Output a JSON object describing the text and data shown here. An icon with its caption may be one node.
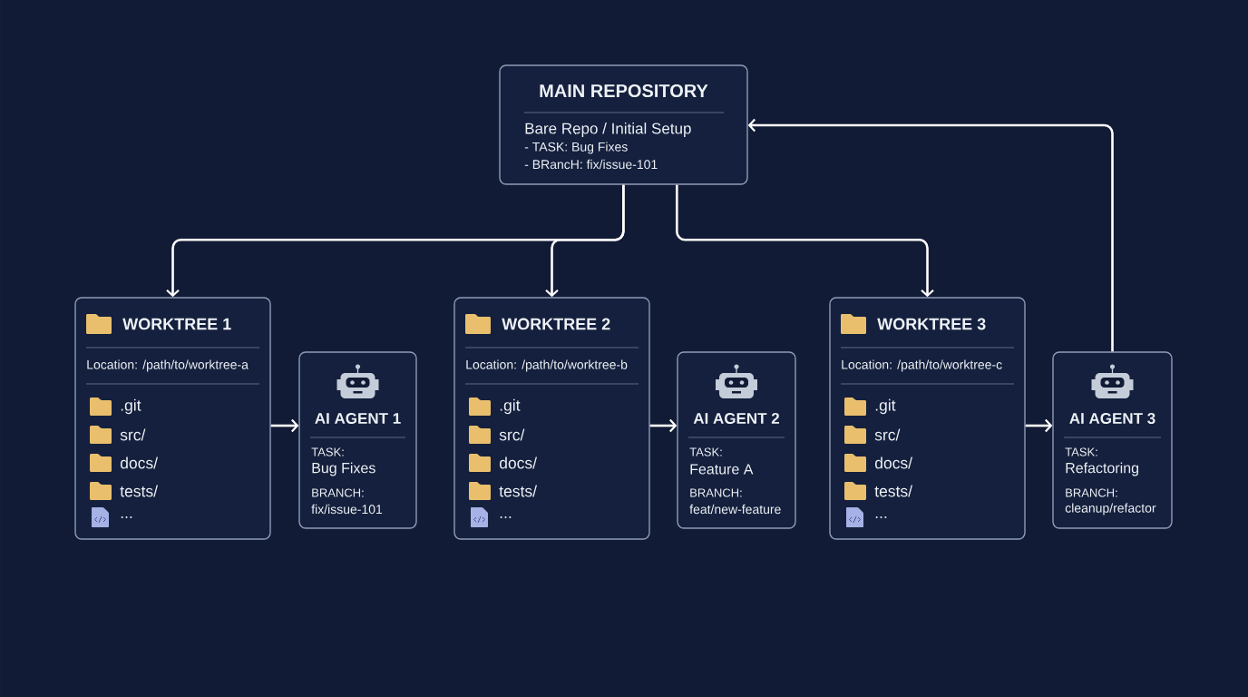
{
  "diagram": {
    "nodes": [
      {
        "text": [
          "MAIN REPOSITORY",
          "Bare Repo / Initial Setup",
          "- TASK: Bug Fixes",
          "- BRancH: fix/issue-101"
        ]
      },
      {
        "text": [
          "WORKTREE 1",
          "Location: /path/to/worktree-a",
          ".git",
          "src/",
          "docs/",
          "tests/",
          "..."
        ]
      },
      {
        "text": [
          "AI AGENT 1",
          "TASK:",
          "Bug Fixes",
          "BRANCH:",
          "fix/issue-101"
        ]
      },
      {
        "text": [
          "WORKTREE 2",
          "Location: /path/to/worktree-b",
          ".git",
          "src/",
          "docs/",
          "tests/",
          "..."
        ]
      },
      {
        "text": [
          "AI AGENT 2",
          "TASK:",
          "Feature A",
          "BRANCH:",
          "feat/new-feature"
        ]
      },
      {
        "text": [
          "WORKTREE 3",
          "Location: /path/to/worktree-c",
          ".git",
          "src/",
          "docs/",
          "tests/",
          "..."
        ]
      },
      {
        "text": [
          "AI AGENT 3",
          "TASK:",
          "Refactoring",
          "BRANCH:",
          "cleanup/refactor"
        ]
      }
    ],
    "edges": [
      {
        "from": 0,
        "to": 1,
        "arrow": "to"
      },
      {
        "from": 0,
        "to": 3,
        "arrow": "to"
      },
      {
        "from": 0,
        "to": 5,
        "arrow": "to"
      },
      {
        "from": 1,
        "to": 2,
        "arrow": "to"
      },
      {
        "from": 3,
        "to": 4,
        "arrow": "to"
      },
      {
        "from": 5,
        "to": 6,
        "arrow": "to"
      },
      {
        "from": 6,
        "to": 0,
        "arrow": "to"
      }
    ]
  }
}
